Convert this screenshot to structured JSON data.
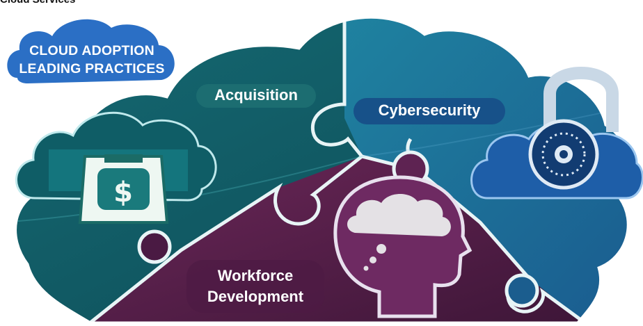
{
  "header": {
    "title": "Cloud Services"
  },
  "badge": {
    "line1": "CLOUD ADOPTION",
    "line2": "LEADING PRACTICES"
  },
  "pieces": {
    "acquisition": {
      "label": "Acquisition"
    },
    "cybersecurity": {
      "label": "Cybersecurity"
    },
    "workforce": {
      "line1": "Workforce",
      "line2": "Development"
    }
  },
  "icons": [
    "money-cloud-icon",
    "lock-cloud-icon",
    "thought-head-icon"
  ],
  "colors": {
    "teal_dark": "#0f4a55",
    "teal": "#1b7f86",
    "blue": "#1d5f96",
    "purple": "#5a1f4d",
    "badge_blue": "#2a6fc4"
  }
}
